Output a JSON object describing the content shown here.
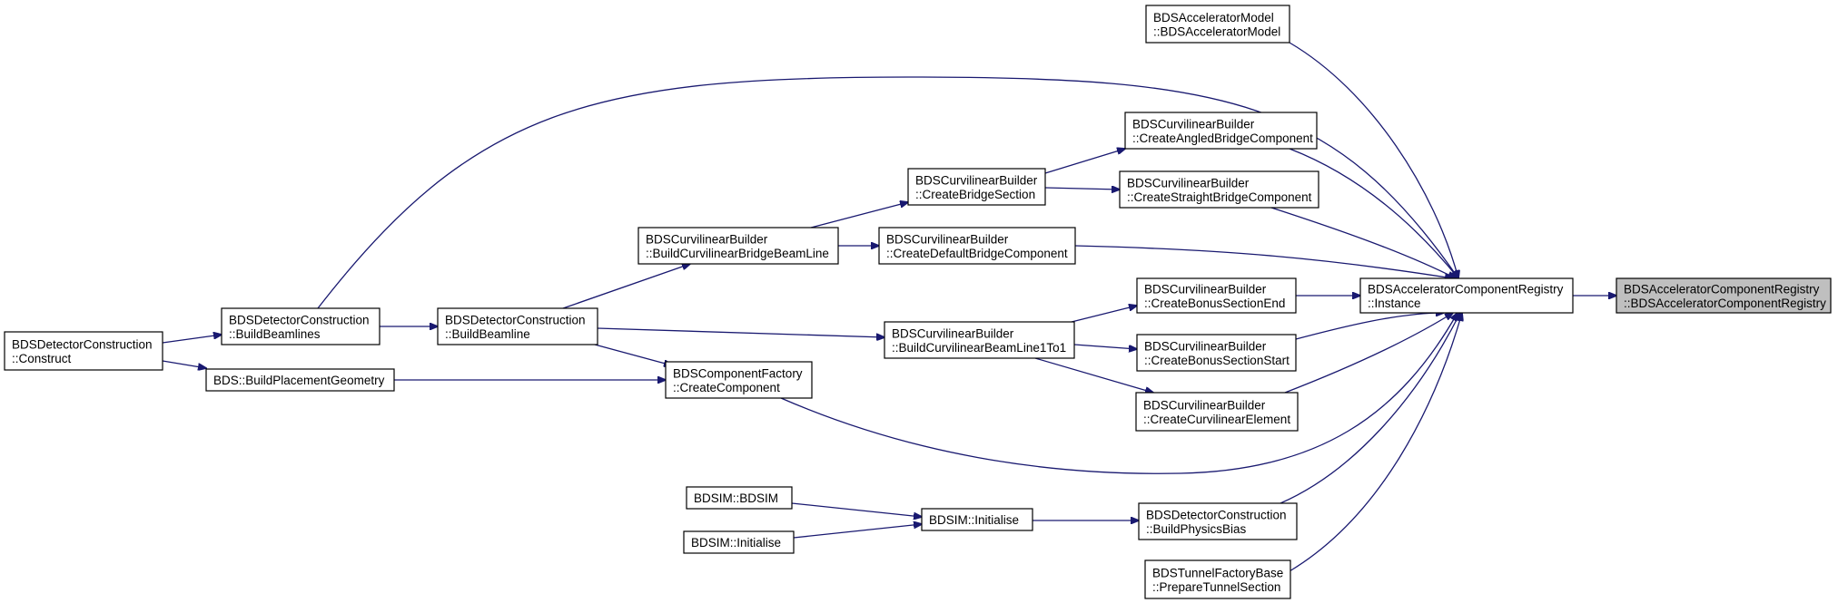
{
  "colors": {
    "edge": "#191970",
    "node_border": "#000000",
    "node_fill": "#ffffff",
    "focus_fill": "#bfbfbf"
  },
  "nodes": [
    {
      "id": "acc_ctor",
      "lines": [
        "BDSAcceleratorComponentRegistry",
        "::BDSAcceleratorComponentRegistry"
      ],
      "focus": true
    },
    {
      "id": "instance",
      "lines": [
        "BDSAcceleratorComponentRegistry",
        "::Instance"
      ]
    },
    {
      "id": "acc_model",
      "lines": [
        "BDSAcceleratorModel",
        "::BDSAcceleratorModel"
      ]
    },
    {
      "id": "angled",
      "lines": [
        "BDSCurvilinearBuilder",
        "::CreateAngledBridgeComponent"
      ]
    },
    {
      "id": "straight",
      "lines": [
        "BDSCurvilinearBuilder",
        "::CreateStraightBridgeComponent"
      ]
    },
    {
      "id": "bridge_section",
      "lines": [
        "BDSCurvilinearBuilder",
        "::CreateBridgeSection"
      ]
    },
    {
      "id": "default_bridge",
      "lines": [
        "BDSCurvilinearBuilder",
        "::CreateDefaultBridgeComponent"
      ]
    },
    {
      "id": "bridge_beamline",
      "lines": [
        "BDSCurvilinearBuilder",
        "::BuildCurvilinearBridgeBeamLine"
      ]
    },
    {
      "id": "bonus_end",
      "lines": [
        "BDSCurvilinearBuilder",
        "::CreateBonusSectionEnd"
      ]
    },
    {
      "id": "bonus_start",
      "lines": [
        "BDSCurvilinearBuilder",
        "::CreateBonusSectionStart"
      ]
    },
    {
      "id": "curv_element",
      "lines": [
        "BDSCurvilinearBuilder",
        "::CreateCurvilinearElement"
      ]
    },
    {
      "id": "beamline_1to1",
      "lines": [
        "BDSCurvilinearBuilder",
        "::BuildCurvilinearBeamLine1To1"
      ]
    },
    {
      "id": "build_beamline",
      "lines": [
        "BDSDetectorConstruction",
        "::BuildBeamline"
      ]
    },
    {
      "id": "build_beamlines",
      "lines": [
        "BDSDetectorConstruction",
        "::BuildBeamlines"
      ]
    },
    {
      "id": "construct",
      "lines": [
        "BDSDetectorConstruction",
        "::Construct"
      ]
    },
    {
      "id": "placement",
      "lines": [
        "BDS::BuildPlacementGeometry"
      ]
    },
    {
      "id": "create_component",
      "lines": [
        "BDSComponentFactory",
        "::CreateComponent"
      ]
    },
    {
      "id": "bdsim_ctor",
      "lines": [
        "BDSIM::BDSIM"
      ]
    },
    {
      "id": "bdsim_init_a",
      "lines": [
        "BDSIM::Initialise"
      ]
    },
    {
      "id": "bdsim_init_b",
      "lines": [
        "BDSIM::Initialise"
      ]
    },
    {
      "id": "physics_bias",
      "lines": [
        "BDSDetectorConstruction",
        "::BuildPhysicsBias"
      ]
    },
    {
      "id": "tunnel",
      "lines": [
        "BDSTunnelFactoryBase",
        "::PrepareTunnelSection"
      ]
    }
  ],
  "edges": [
    {
      "from": "instance",
      "to": "acc_ctor"
    },
    {
      "from": "acc_model",
      "to": "instance"
    },
    {
      "from": "build_beamlines",
      "to": "instance"
    },
    {
      "from": "angled",
      "to": "instance"
    },
    {
      "from": "straight",
      "to": "instance"
    },
    {
      "from": "default_bridge",
      "to": "instance"
    },
    {
      "from": "bonus_end",
      "to": "instance"
    },
    {
      "from": "bonus_start",
      "to": "instance"
    },
    {
      "from": "curv_element",
      "to": "instance"
    },
    {
      "from": "create_component",
      "to": "instance"
    },
    {
      "from": "physics_bias",
      "to": "instance"
    },
    {
      "from": "tunnel",
      "to": "instance"
    },
    {
      "from": "bridge_section",
      "to": "angled"
    },
    {
      "from": "bridge_section",
      "to": "straight"
    },
    {
      "from": "bridge_beamline",
      "to": "bridge_section"
    },
    {
      "from": "bridge_beamline",
      "to": "default_bridge"
    },
    {
      "from": "build_beamline",
      "to": "bridge_beamline"
    },
    {
      "from": "beamline_1to1",
      "to": "bonus_end"
    },
    {
      "from": "beamline_1to1",
      "to": "bonus_start"
    },
    {
      "from": "beamline_1to1",
      "to": "curv_element"
    },
    {
      "from": "build_beamline",
      "to": "beamline_1to1"
    },
    {
      "from": "build_beamlines",
      "to": "build_beamline"
    },
    {
      "from": "construct",
      "to": "build_beamlines"
    },
    {
      "from": "construct",
      "to": "placement"
    },
    {
      "from": "build_beamline",
      "to": "create_component"
    },
    {
      "from": "placement",
      "to": "create_component"
    },
    {
      "from": "bdsim_ctor",
      "to": "bdsim_init_a"
    },
    {
      "from": "bdsim_init_b",
      "to": "bdsim_init_a"
    },
    {
      "from": "bdsim_init_a",
      "to": "physics_bias"
    }
  ]
}
